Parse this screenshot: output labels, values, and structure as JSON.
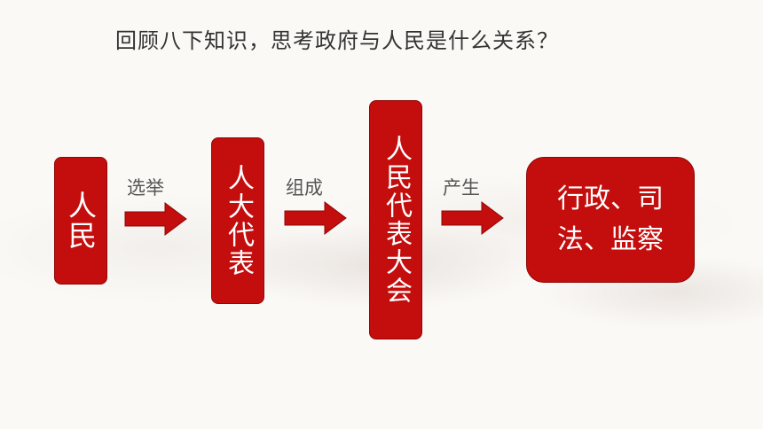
{
  "question": "回顾八下知识，思考政府与人民是什么关系？",
  "flow": {
    "box1": "人民",
    "arrow1_label": "选举",
    "box2": "人大代表",
    "arrow2_label": "组成",
    "box3": "人民代表大会",
    "arrow3_label": "产生",
    "box4": "行政、司法、监察"
  },
  "colors": {
    "box_fill": "#c40d0d",
    "arrow_fill": "#c40d0d",
    "text": "#333333"
  }
}
